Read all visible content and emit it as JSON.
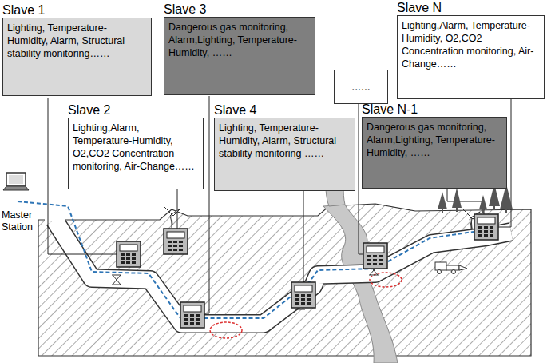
{
  "diagram": {
    "nodes": [
      {
        "text": [
          "Slave 1",
          "Lighting, Temperature-Humidity, Alarm, Structural stability monitoring……"
        ]
      },
      {
        "text": [
          "Slave 3",
          "Dangerous gas monitoring, Alarm,Lighting, Temperature-Humidity, ……"
        ]
      },
      {
        "text": [
          "Slave N",
          "Lighting,Alarm, Temperature-Humidity, O2,CO2 Concentration monitoring, Air-Change……"
        ]
      },
      {
        "text": [
          "......"
        ]
      },
      {
        "text": [
          "Slave 2",
          "Lighting,Alarm, Temperature-Humidity, O2,CO2 Concentration monitoring, Air-Change……"
        ]
      },
      {
        "text": [
          "Slave 4",
          "Lighting, Temperature-Humidity, Alarm, Structural stability monitoring ……"
        ]
      },
      {
        "text": [
          "Slave N-1",
          "Dangerous gas monitoring, Alarm,Lighting, Temperature-Humidity, ……"
        ]
      }
    ],
    "labels": [
      "Master Station"
    ]
  }
}
